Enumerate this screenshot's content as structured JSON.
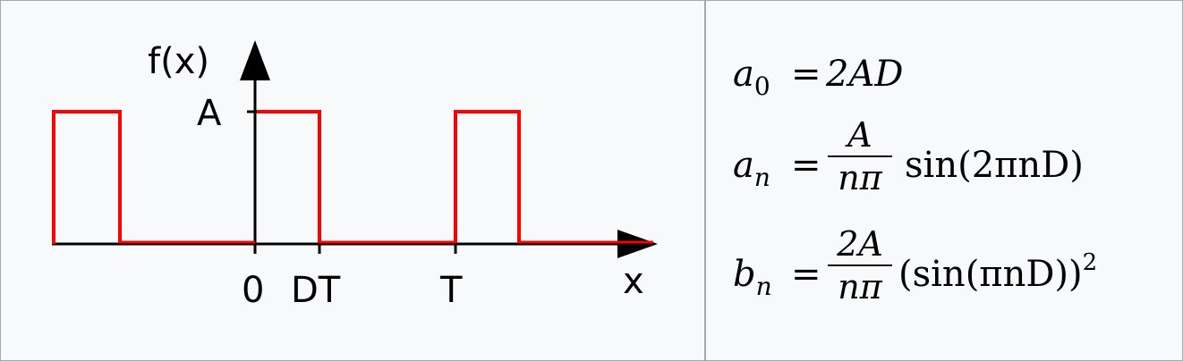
{
  "plot": {
    "y_axis_label": "f(x)",
    "y_tick_label": "A",
    "x_axis_label": "x",
    "x_tick_labels": [
      "0",
      "DT",
      "T"
    ],
    "signal_color": "#ff0000",
    "axis_color": "#000000"
  },
  "formulas": {
    "a0": {
      "lhs_symbol": "a",
      "lhs_subscript": "0",
      "equals": "=",
      "rhs": "2AD"
    },
    "an": {
      "lhs_symbol": "a",
      "lhs_subscript": "n",
      "equals": "=",
      "numerator": "A",
      "denominator": "nπ",
      "func_text": "sin(2πnD)"
    },
    "bn": {
      "lhs_symbol": "b",
      "lhs_subscript": "n",
      "equals": "=",
      "numerator": "2A",
      "denominator": "nπ",
      "func_text": "(sin(πnD))",
      "exponent": "2"
    }
  }
}
